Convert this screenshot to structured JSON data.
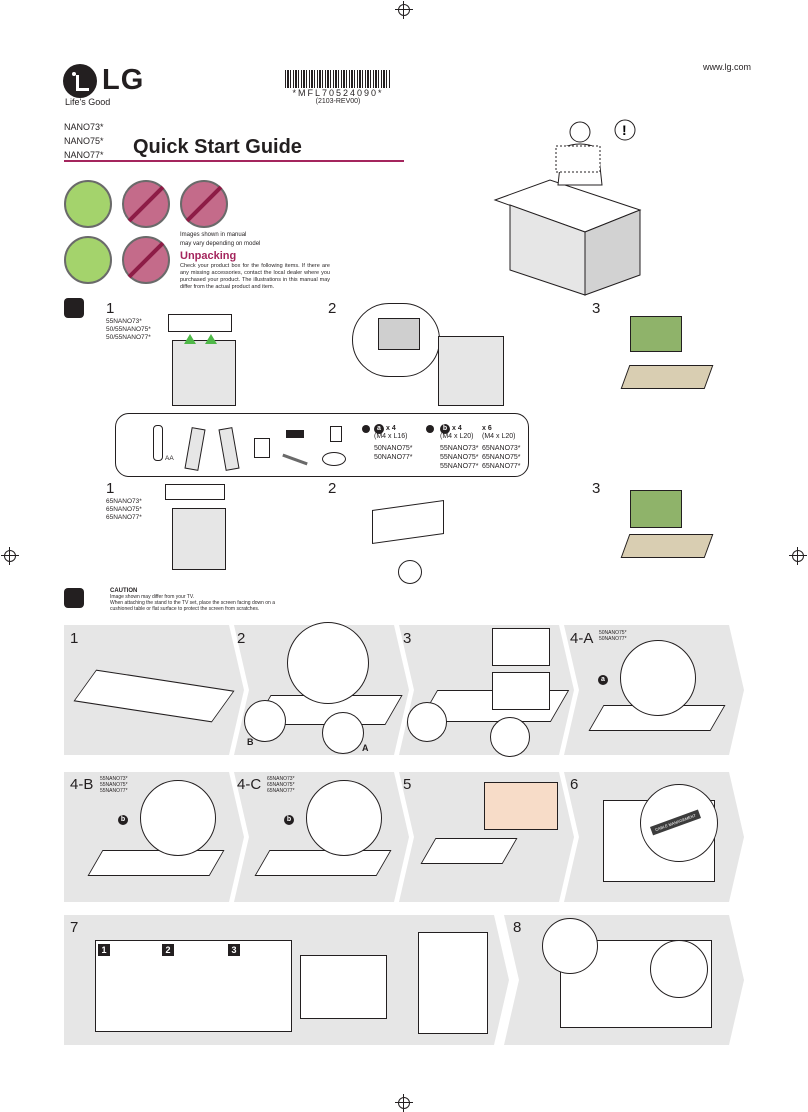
{
  "header": {
    "url": "www.lg.com",
    "brand": "LG",
    "slogan": "Life's Good",
    "barcode_text": "*MFL70524090*",
    "revision": "(2103-REV00)",
    "models": [
      "NANO73*",
      "NANO75*",
      "NANO77*"
    ],
    "title": "Quick Start Guide"
  },
  "unpacking": {
    "image_note_1": "Images shown in manual",
    "image_note_2": "may vary depending on model",
    "title": "Unpacking",
    "text": "Check your product box for the following items. If there are any missing accessories, contact the local dealer where you purchased your product. The illustrations in this manual may differ from the actual product and item."
  },
  "steps_top": {
    "row1": {
      "step1": "1",
      "step1_models": [
        "55NANO73*",
        "50/55NANO75*",
        "50/55NANO77*"
      ],
      "step2": "2",
      "step3": "3"
    },
    "row2": {
      "step1": "1",
      "step1_models": [
        "65NANO73*",
        "65NANO75*",
        "65NANO77*"
      ],
      "step2": "2",
      "step3": "3"
    }
  },
  "accessories": {
    "screw_a_letter": "a",
    "screw_a_qty": "x 4",
    "screw_a_spec": "(M4 x L16)",
    "screw_a_models": [
      "50NANO75*",
      "50NANO77*"
    ],
    "screw_b_letter": "b",
    "screw_b_qty": "x 4",
    "screw_b_spec": "(M4 x L20)",
    "screw_b_models": [
      "55NANO73*",
      "55NANO75*",
      "55NANO77*"
    ],
    "screw_c_qty": "x 6",
    "screw_c_spec": "(M4 x L20)",
    "screw_c_models": [
      "65NANO73*",
      "65NANO75*",
      "65NANO77*"
    ],
    "remote_label": "AA"
  },
  "caution": {
    "label": "CAUTION",
    "line1": "Image shown may differ from your TV.",
    "line2": "When attaching the stand to the TV set, place the screen facing down on a",
    "line3": "cushioned table or flat surface to protect the screen from scratches."
  },
  "assembly": {
    "row1": [
      {
        "label": "1"
      },
      {
        "label": "2",
        "marker_b": "B",
        "marker_a": "A"
      },
      {
        "label": "3"
      },
      {
        "label": "4-A",
        "models": [
          "50NANO75*",
          "50NANO77*"
        ],
        "screw": "a"
      }
    ],
    "row2": [
      {
        "label": "4-B",
        "models": [
          "55NANO73*",
          "55NANO75*",
          "55NANO77*"
        ],
        "screw": "b"
      },
      {
        "label": "4-C",
        "models": [
          "65NANO73*",
          "65NANO75*",
          "65NANO77*"
        ],
        "screw": "b"
      },
      {
        "label": "5"
      },
      {
        "label": "6",
        "tag": "CABLE MANAGEMENT"
      }
    ],
    "row3": [
      {
        "label": "7",
        "substeps": [
          "1",
          "2",
          "3"
        ]
      },
      {
        "label": "8"
      }
    ]
  }
}
